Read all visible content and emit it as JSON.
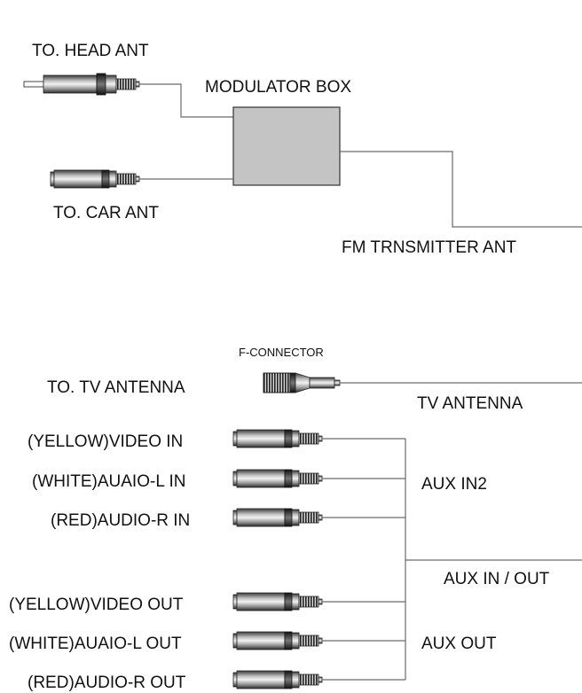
{
  "labels": {
    "to_head_ant": "TO. HEAD ANT",
    "modulator_box": "MODULATOR BOX",
    "to_car_ant": "TO. CAR ANT",
    "fm_transmitter_ant": "FM TRNSMITTER ANT",
    "f_connector": "F-CONNECTOR",
    "to_tv_antenna": "TO. TV ANTENNA",
    "tv_antenna": "TV ANTENNA",
    "yellow_video_in": "(YELLOW)VIDEO IN",
    "white_audio_l_in": "(WHITE)AUAIO-L IN",
    "red_audio_r_in": "(RED)AUDIO-R IN",
    "aux_in2": "AUX IN2",
    "aux_in_out": "AUX  IN / OUT",
    "yellow_video_out": "(YELLOW)VIDEO OUT",
    "white_audio_l_out": "(WHITE)AUAIO-L OUT",
    "red_audio_r_out": "(RED)AUDIO-R OUT",
    "aux_out": "AUX OUT"
  },
  "colors": {
    "box_fill": "#c4c4c4",
    "box_stroke": "#333333",
    "wire": "#6a6a6a",
    "text": "#111111"
  }
}
